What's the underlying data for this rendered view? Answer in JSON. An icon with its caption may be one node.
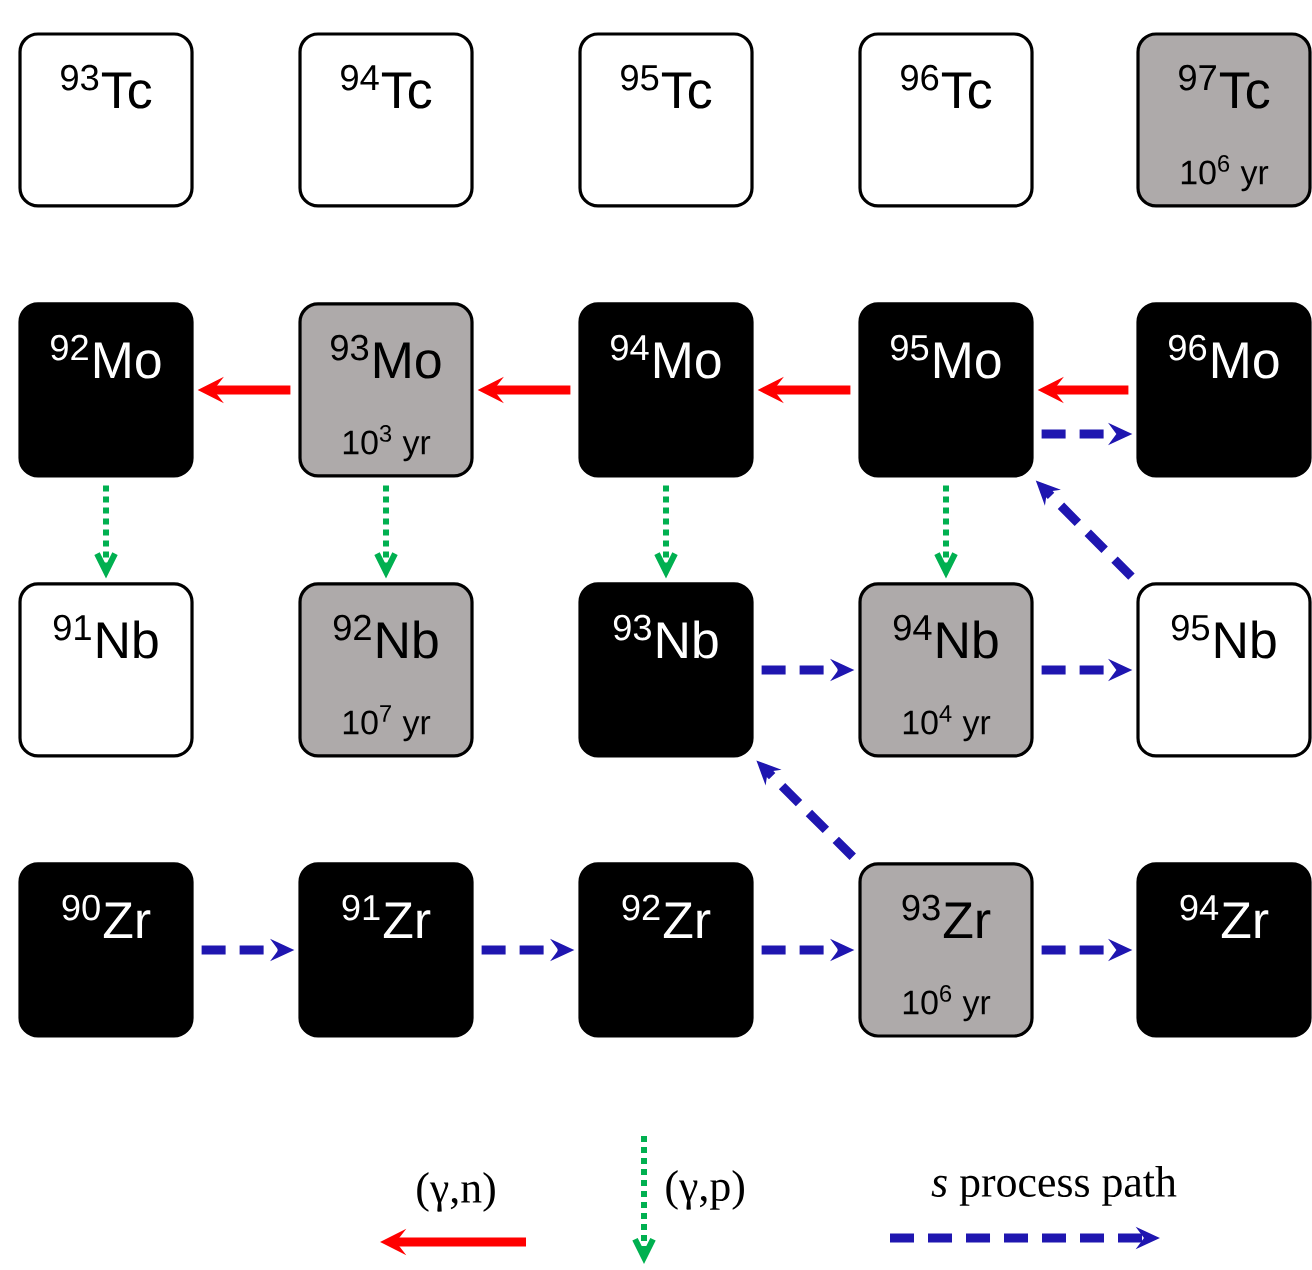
{
  "diagram": {
    "nodes": [
      {
        "text": [
          "$^{93}$Tc"
        ]
      },
      {
        "text": [
          "$^{94}$Tc"
        ]
      },
      {
        "text": [
          "$^{95}$Tc"
        ]
      },
      {
        "text": [
          "$^{96}$Tc"
        ]
      },
      {
        "text": [
          "$^{97}$Tc",
          "10$^{6}$ yr"
        ]
      },
      {
        "text": [
          "$^{92}$Mo"
        ]
      },
      {
        "text": [
          "$^{93}$Mo",
          "10$^{3}$ yr"
        ]
      },
      {
        "text": [
          "$^{94}$Mo"
        ]
      },
      {
        "text": [
          "$^{95}$Mo"
        ]
      },
      {
        "text": [
          "$^{96}$Mo"
        ]
      },
      {
        "text": [
          "$^{91}$Nb"
        ]
      },
      {
        "text": [
          "$^{92}$Nb",
          "10$^{7}$ yr"
        ]
      },
      {
        "text": [
          "$^{93}$Nb"
        ]
      },
      {
        "text": [
          "$^{94}$Nb",
          "10$^{4}$ yr"
        ]
      },
      {
        "text": [
          "$^{95}$Nb"
        ]
      },
      {
        "text": [
          "$^{90}$Zr"
        ]
      },
      {
        "text": [
          "$^{91}$Zr"
        ]
      },
      {
        "text": [
          "$^{92}$Zr"
        ]
      },
      {
        "text": [
          "$^{93}$Zr",
          "10$^{6}$ yr"
        ]
      },
      {
        "text": [
          "$^{94}$Zr"
        ]
      }
    ],
    "edges": [
      {
        "from": 9,
        "to": 8,
        "arrow": "to",
        "color": "#ff0000"
      },
      {
        "from": 8,
        "to": 7,
        "arrow": "to",
        "color": "#ff0000"
      },
      {
        "from": 7,
        "to": 6,
        "arrow": "to",
        "color": "#ff0000"
      },
      {
        "from": 6,
        "to": 5,
        "arrow": "to",
        "color": "#ff0000"
      },
      {
        "from": 5,
        "to": 10,
        "arrow": "to",
        "style": "dashed",
        "color": "#00b050"
      },
      {
        "from": 6,
        "to": 11,
        "arrow": "to",
        "style": "dashed",
        "color": "#00b050"
      },
      {
        "from": 7,
        "to": 12,
        "arrow": "to",
        "style": "dashed",
        "color": "#00b050"
      },
      {
        "from": 8,
        "to": 13,
        "arrow": "to",
        "style": "dashed",
        "color": "#00b050"
      },
      {
        "from": 8,
        "to": 9,
        "arrow": "to",
        "style": "dashed"
      },
      {
        "from": 14,
        "to": 8,
        "arrow": "to",
        "style": "dashed"
      },
      {
        "from": 12,
        "to": 13,
        "arrow": "to",
        "style": "dashed"
      },
      {
        "from": 13,
        "to": 14,
        "arrow": "to",
        "style": "dashed"
      },
      {
        "from": 18,
        "to": 12,
        "arrow": "to",
        "style": "dashed"
      },
      {
        "from": 15,
        "to": 16,
        "arrow": "to",
        "style": "dashed"
      },
      {
        "from": 16,
        "to": 17,
        "arrow": "to",
        "style": "dashed"
      },
      {
        "from": 17,
        "to": 18,
        "arrow": "to",
        "style": "dashed"
      },
      {
        "from": 18,
        "to": 19,
        "arrow": "to",
        "style": "dashed"
      }
    ],
    "legend": [
      {
        "text": "(γ,n)"
      },
      {
        "text": "(γ,p)"
      },
      {
        "text": "*s* process path"
      }
    ]
  }
}
